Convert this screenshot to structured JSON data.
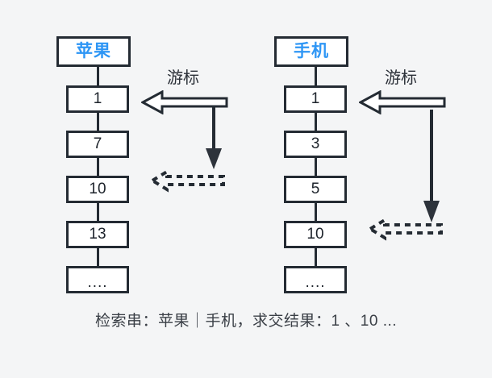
{
  "canvas": {
    "background_color": "#f4f5f6",
    "ink_color": "#242b33",
    "accent_color": "#2e96f5"
  },
  "diagram": {
    "type": "inverted-index-posting-lists",
    "columns": [
      {
        "term": "苹果",
        "postings": [
          "1",
          "7",
          "10",
          "13",
          "...."
        ],
        "cursor": {
          "label": "游标",
          "points_at": "1"
        }
      },
      {
        "term": "手机",
        "postings": [
          "1",
          "3",
          "5",
          "10",
          "...."
        ],
        "cursor": {
          "label": "游标",
          "points_at": "1"
        }
      }
    ]
  },
  "caption": {
    "text": "检索串：苹果｜手机，求交结果：1 、10 ..."
  }
}
